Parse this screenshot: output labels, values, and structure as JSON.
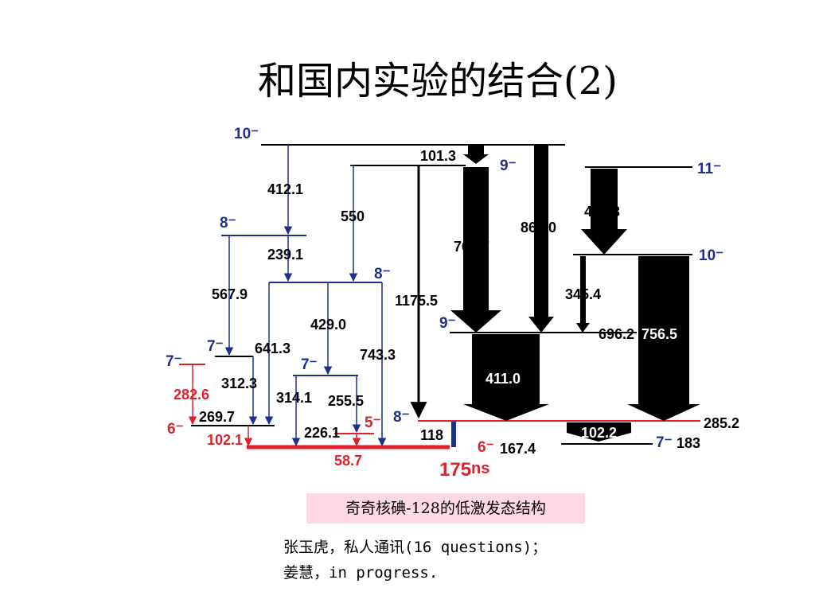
{
  "title": "和国内实验的结合(2)",
  "colors": {
    "black": "#000000",
    "blue": "#1f2f8f",
    "red": "#e0202a"
  },
  "diagram": {
    "spins": {
      "s10a": "10⁻",
      "s8a": "8⁻",
      "s8b": "8⁻",
      "s7a": "7⁻",
      "s7b": "7⁻",
      "s7c": "7⁻",
      "s6a": "6⁻",
      "s5": "5⁻",
      "s9a": "9⁻",
      "s9b": "9⁻",
      "s11": "11⁻",
      "s10b": "10⁻",
      "s8c": "8⁻",
      "s6b": "6⁻",
      "s7d": "7⁻"
    },
    "levels": {
      "l696": "696.2",
      "l285": "285.2",
      "l167": "167.4",
      "l183": "183",
      "l118": "118"
    },
    "transitions": {
      "t412_1": "412.1",
      "t550": "550",
      "t239": "239.1",
      "t567": "567.9",
      "t429": "429.0",
      "t641": "641.3",
      "t743": "743.3",
      "t312": "312.3",
      "t269": "269.7",
      "t314": "314.1",
      "t255": "255.5",
      "t226": "226.1",
      "t101": "101.3",
      "t1175": "1175.5",
      "t764": "764.7",
      "t866": "866.0",
      "t412_3": "412.3",
      "t345": "345.4",
      "t756": "756.5",
      "t411": "411.0",
      "t102_2": "102.2"
    },
    "red_transitions": {
      "t282": "282.6",
      "t102_1": "102.1",
      "t58": "58.7"
    },
    "isomer": {
      "value": "175",
      "unit": "ns"
    }
  },
  "caption": "奇奇核碘-128的低激发态结构",
  "notes": [
    "张玉虎，私人通讯(16 questions)；",
    "姜慧，in progress."
  ]
}
